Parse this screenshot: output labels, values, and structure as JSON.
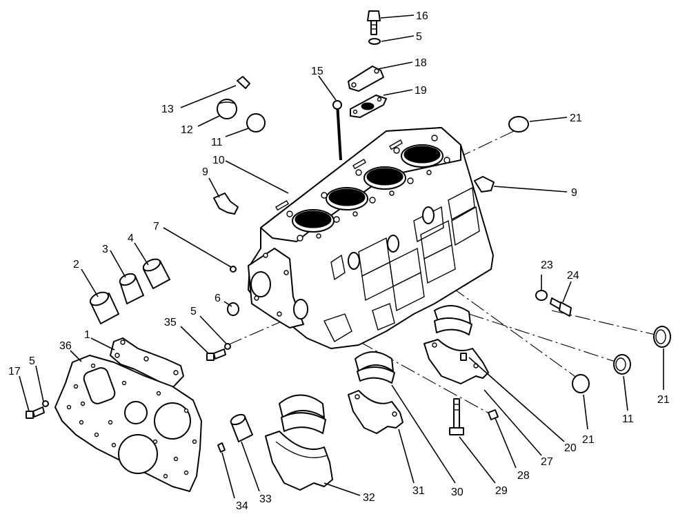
{
  "callouts": {
    "c16": "16",
    "c5_top": "5",
    "c18": "18",
    "c15": "15",
    "c19": "19",
    "c13": "13",
    "c12": "12",
    "c11_top": "11",
    "c21_top": "21",
    "c9_left": "9",
    "c10": "10",
    "c9_right": "9",
    "c7": "7",
    "c4": "4",
    "c3": "3",
    "c2": "2",
    "c23": "23",
    "c24": "24",
    "c6": "6",
    "c35": "35",
    "c5_mid": "5",
    "c1": "1",
    "c36": "36",
    "c5_left": "5",
    "c17": "17",
    "c21_right": "21",
    "c11_bottom": "11",
    "c21_bottom": "21",
    "c20": "20",
    "c27": "27",
    "c28": "28",
    "c29": "29",
    "c30": "30",
    "c31": "31",
    "c32": "32",
    "c33": "33",
    "c34": "34"
  }
}
